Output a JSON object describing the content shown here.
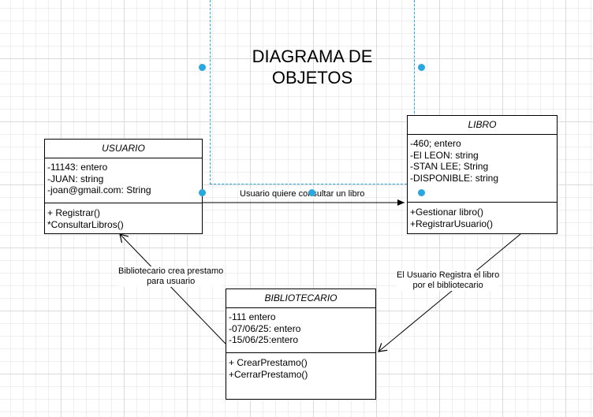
{
  "diagram": {
    "title_line1": "DIAGRAMA DE",
    "title_line2": "OBJETOS"
  },
  "classes": {
    "usuario": {
      "name": "USUARIO",
      "attributes": [
        "-11143: entero",
        "-JUAN: string",
        "-joan@gmail.com: String"
      ],
      "operations": [
        "+ Registrar()",
        "*ConsultarLibros()"
      ]
    },
    "libro": {
      "name": "LIBRO",
      "attributes": [
        "-460; entero",
        "-El LEON: string",
        "-STAN LEE; String",
        "-DISPONIBLE: string"
      ],
      "operations": [
        "+Gestionar libro()",
        "+RegistrarUsuario()"
      ]
    },
    "bibliotecario": {
      "name": "BIBLIOTECARIO",
      "attributes": [
        "-111 entero",
        "-07/06/25: entero",
        "-15/06/25:entero"
      ],
      "operations": [
        "+ CrearPrestamo()",
        "+CerrarPrestamo()"
      ]
    }
  },
  "edges": {
    "usuario_libro": "Usuario quiere consultar un libro",
    "bibliotecario_usuario_line1": "Bibliotecario crea prestamo",
    "bibliotecario_usuario_line2": "para usuario",
    "libro_bibliotecario_line1": "El Usuario Registra el libro",
    "libro_bibliotecario_line2": "por el bibliotecario"
  },
  "colors": {
    "selection": "#29a8e0",
    "line": "#000000"
  }
}
